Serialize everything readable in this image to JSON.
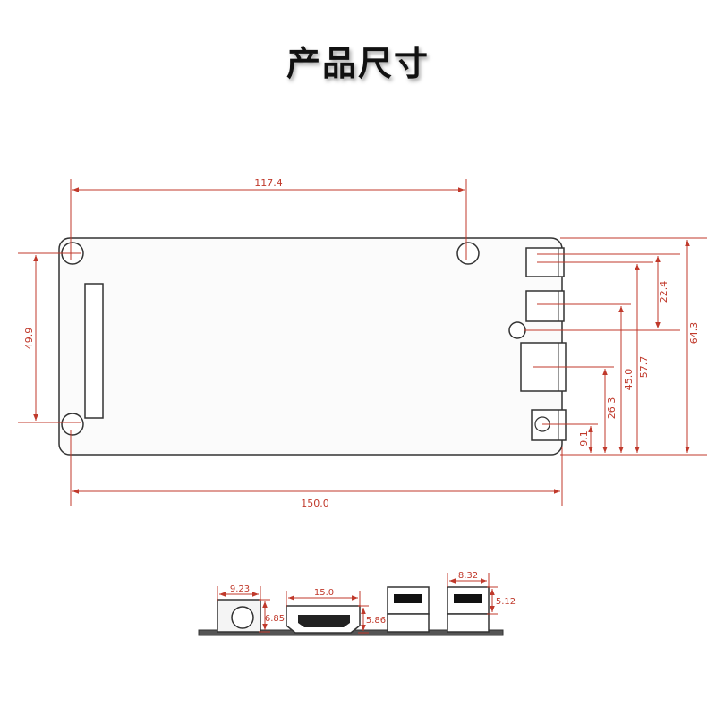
{
  "title": "产品尺寸",
  "top_view": {
    "dims": {
      "hole_spacing_x": "117.4",
      "total_width": "150.0",
      "hole_spacing_y": "49.9",
      "total_height": "64.3",
      "port_57_7": "57.7",
      "port_45_0": "45.0",
      "port_26_3": "26.3",
      "port_22_4": "22.4",
      "port_9_1": "9.1"
    }
  },
  "side_view": {
    "dims": {
      "dc_width": "9.23",
      "dc_height": "6.85",
      "hdmi_width": "15.0",
      "hdmi_height": "5.86",
      "usb_width": "8.32",
      "usb_height": "5.12"
    }
  },
  "colors": {
    "dimension": "#c0392b",
    "outline": "#222222",
    "component": "#555555"
  }
}
